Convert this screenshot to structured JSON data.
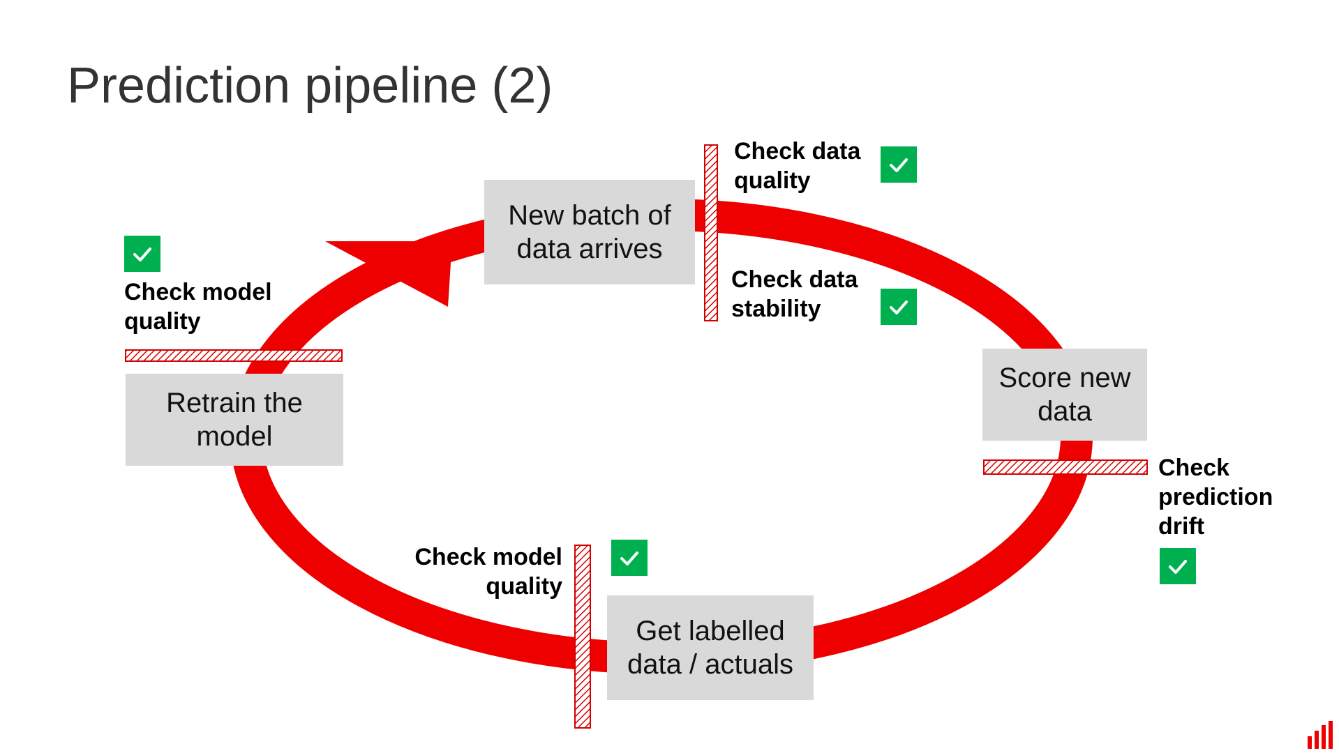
{
  "slide": {
    "title": "Prediction pipeline (2)"
  },
  "colors": {
    "cycle": "#ee0000",
    "box_fill": "#d9d9d9",
    "check_fill": "#00b050",
    "gate_stripe": "#d40000",
    "title_text": "#333333"
  },
  "steps": {
    "new_batch": "New batch of\ndata arrives",
    "score": "Score new\ndata",
    "labelled": "Get labelled\ndata / actuals",
    "retrain": "Retrain the\nmodel"
  },
  "checks": {
    "data_quality": "Check data\nquality",
    "data_stability": "Check data\nstability",
    "prediction_drift": "Check\nprediction\ndrift",
    "model_quality_bottom": "Check model\nquality",
    "model_quality_left": "Check model\nquality"
  },
  "icons": {
    "checkmark": "check-icon",
    "arrow": "cycle-arrowhead-icon",
    "gate": "hatched-gate-icon",
    "logo": "bar-logo-icon"
  }
}
